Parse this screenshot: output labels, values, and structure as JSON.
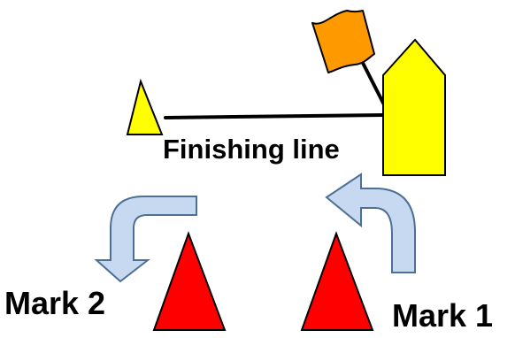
{
  "labels": {
    "finishing_line": "Finishing line",
    "mark_1": "Mark 1",
    "mark_2": "Mark 2"
  },
  "colors": {
    "mark_fill": "#ff0000",
    "boat_fill": "#ffff00",
    "flag_fill": "#ff9900",
    "arrow_fill": "#c6d9f1",
    "arrow_stroke": "#4d6f96",
    "outline": "#000000",
    "background": "#ffffff"
  },
  "icons": {
    "committee_boat": "committee-boat-icon",
    "flag": "flag-icon",
    "line_buoy": "finish-buoy-icon",
    "mark": "cone-mark-icon",
    "turn_arrow": "curved-arrow-icon"
  }
}
